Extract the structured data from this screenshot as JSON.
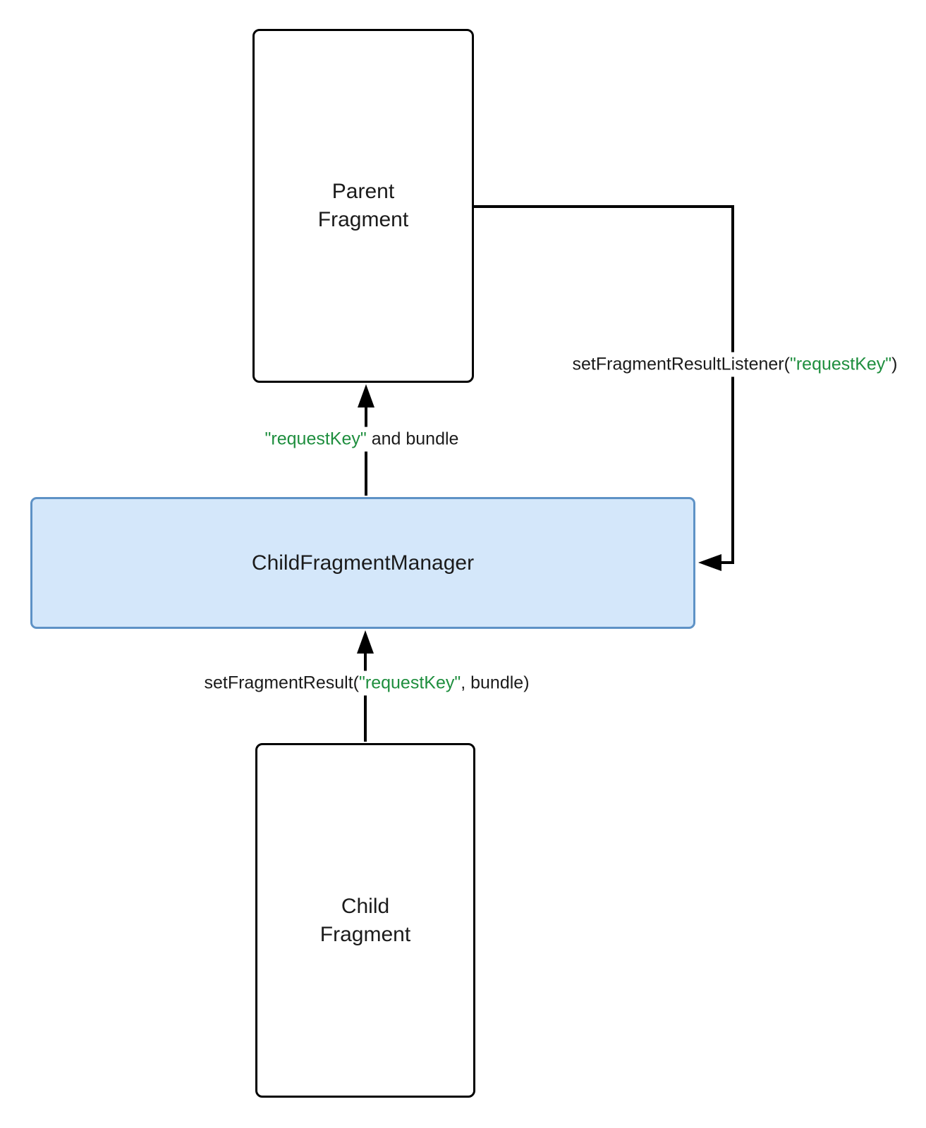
{
  "diagram": {
    "nodes": {
      "parent_fragment": {
        "line1": "Parent",
        "line2": "Fragment"
      },
      "child_fragment_manager": {
        "label": "ChildFragmentManager"
      },
      "child_fragment": {
        "line1": "Child",
        "line2": "Fragment"
      }
    },
    "edges": {
      "result_to_parent": {
        "key": "\"requestKey\"",
        "suffix": " and bundle"
      },
      "listener_registration": {
        "prefix": "setFragmentResultListener(",
        "key": "\"requestKey\"",
        "suffix": ")"
      },
      "set_result": {
        "prefix": "setFragmentResult(",
        "key": "\"requestKey\"",
        "suffix": ", bundle)"
      }
    },
    "colors": {
      "key_green": "#1e8e3e",
      "manager_fill": "#d4e7fa",
      "manager_border": "#5e92c6",
      "line_color": "#000000",
      "text_color": "#1b1b1b"
    }
  }
}
